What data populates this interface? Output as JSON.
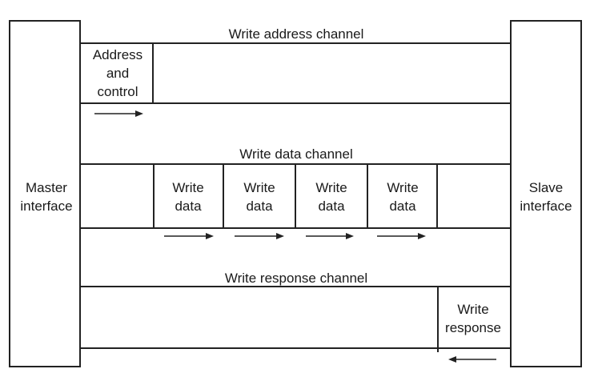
{
  "master": {
    "lines": [
      "Master",
      "interface"
    ]
  },
  "slave": {
    "lines": [
      "Slave",
      "interface"
    ]
  },
  "channels": {
    "write_address": {
      "title": "Write address channel",
      "cell": [
        "Address",
        "and",
        "control"
      ]
    },
    "write_data": {
      "title": "Write data channel",
      "cells": [
        [
          "Write",
          "data"
        ],
        [
          "Write",
          "data"
        ],
        [
          "Write",
          "data"
        ],
        [
          "Write",
          "data"
        ]
      ]
    },
    "write_response": {
      "title": "Write response channel",
      "cell": [
        "Write",
        "response"
      ]
    }
  }
}
